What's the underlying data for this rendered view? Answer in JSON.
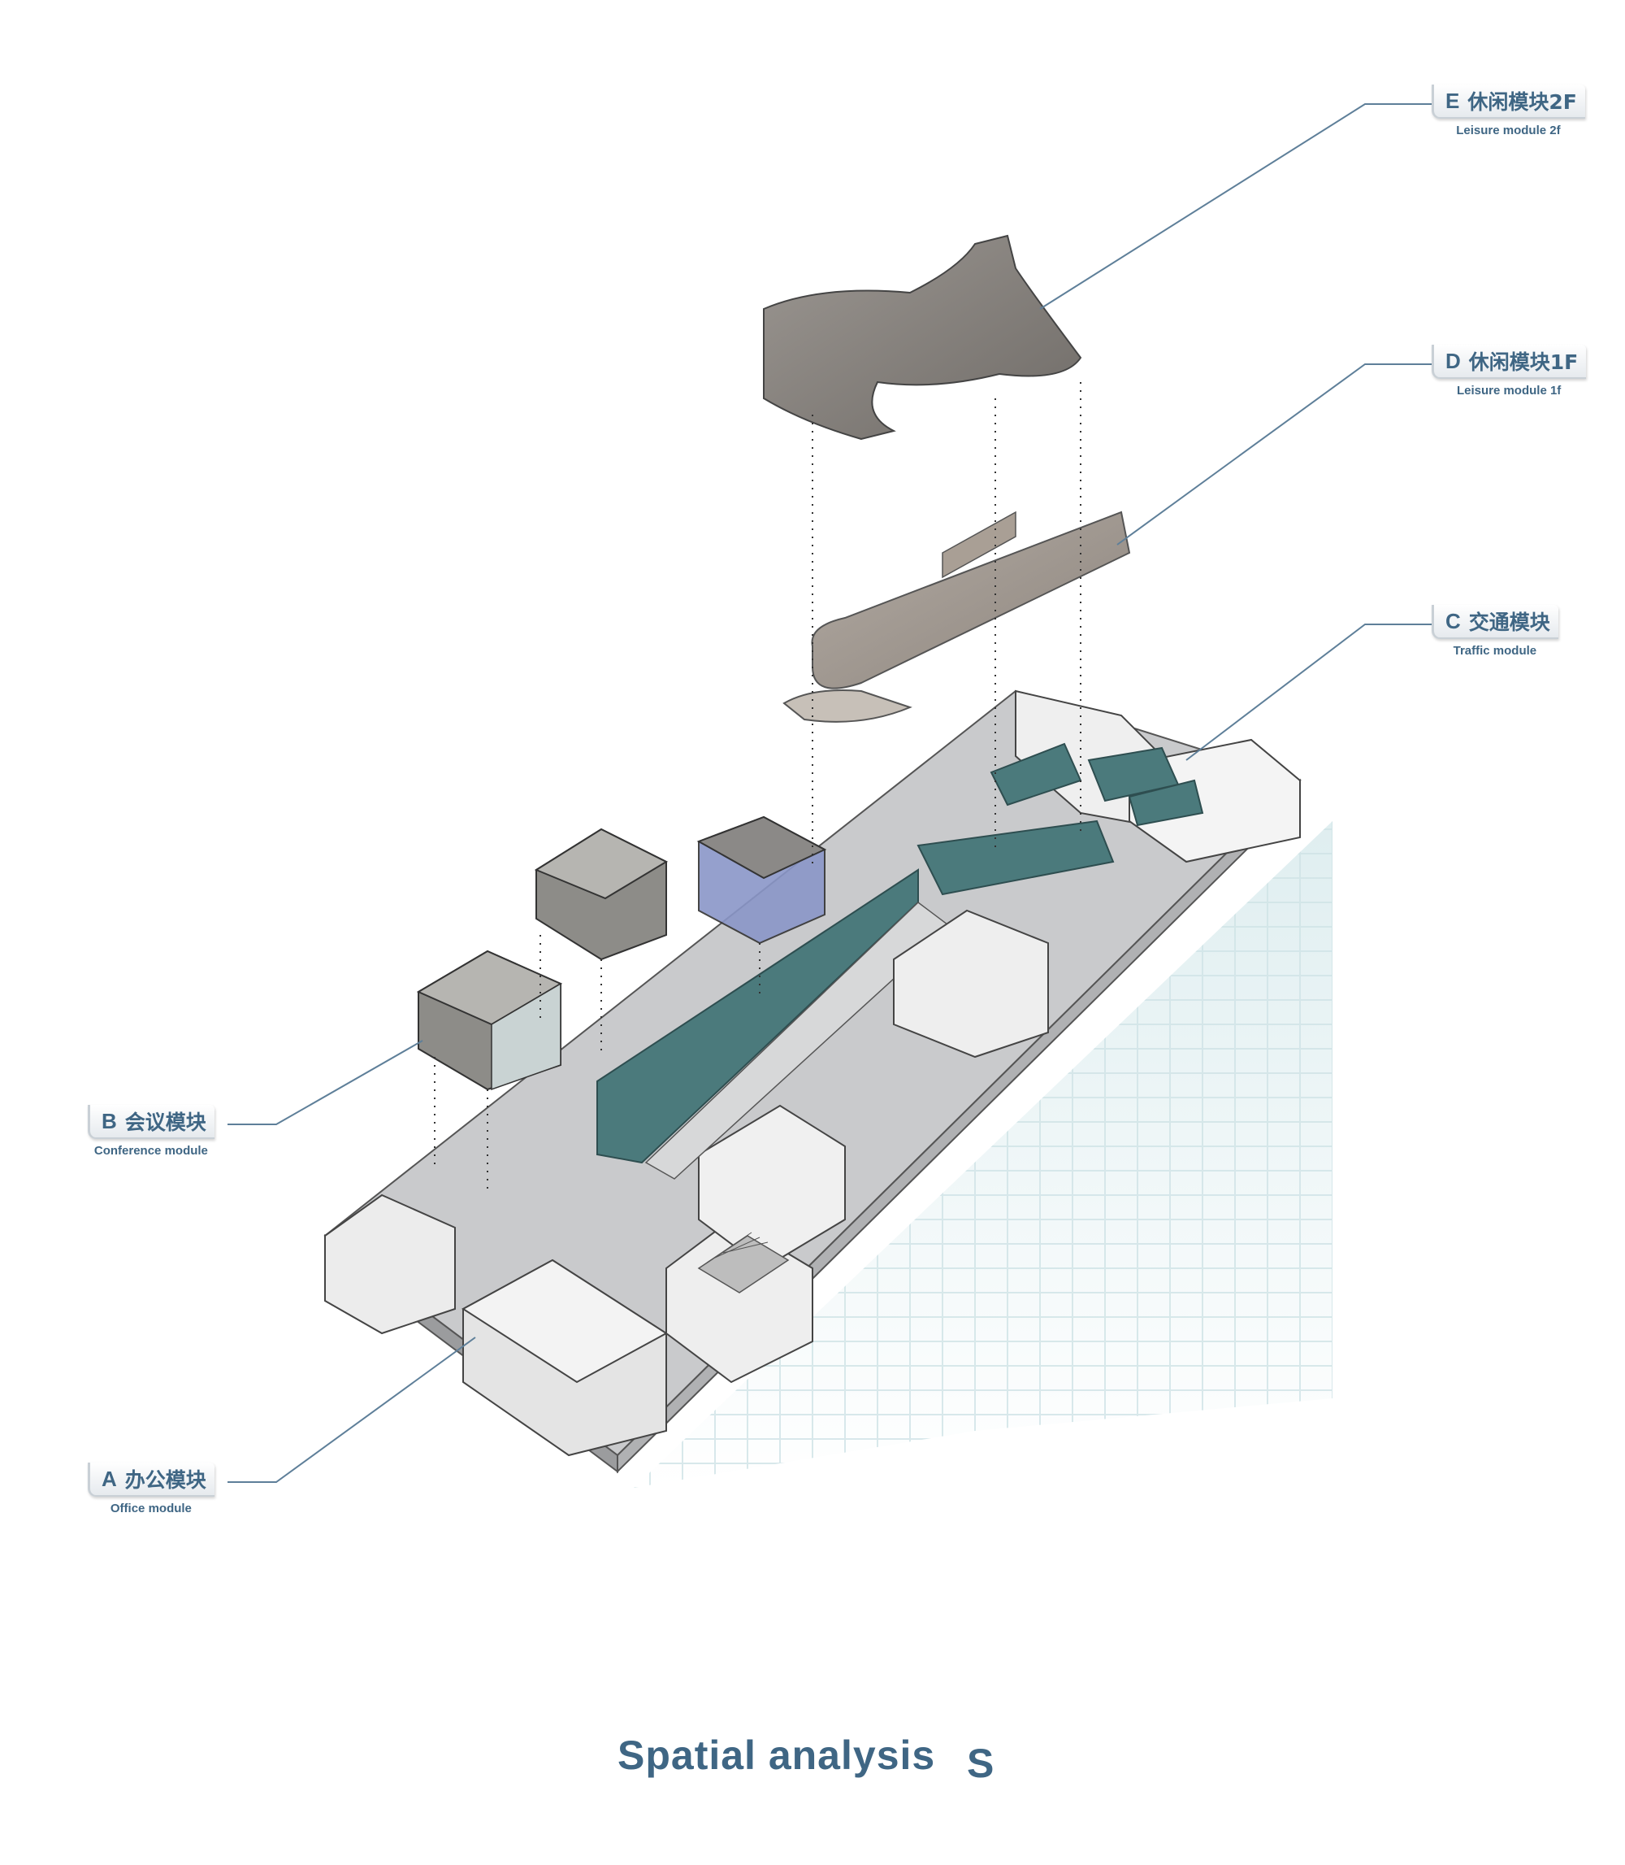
{
  "title": "Spatial analysis",
  "title_suffix": "S",
  "modules": {
    "E": {
      "letter": "E",
      "cn": "休闲模块2F",
      "en": "Leisure module 2f"
    },
    "D": {
      "letter": "D",
      "cn": "休闲模块1F",
      "en": "Leisure module 1f"
    },
    "C": {
      "letter": "C",
      "cn": "交通模块",
      "en": "Traffic module"
    },
    "B": {
      "letter": "B",
      "cn": "会议模块",
      "en": "Conference module"
    },
    "A": {
      "letter": "A",
      "cn": "办公模块",
      "en": "Office module"
    }
  },
  "colors": {
    "accent": "#3f6684",
    "leader_line": "#5e7f99",
    "teal_partition": "#4b7a7c",
    "wood": "#a59a8f",
    "stone": "#8a8682",
    "glass_box": "#8a96c8",
    "floor": "#c9cacc",
    "wall": "#f2f2f2"
  }
}
